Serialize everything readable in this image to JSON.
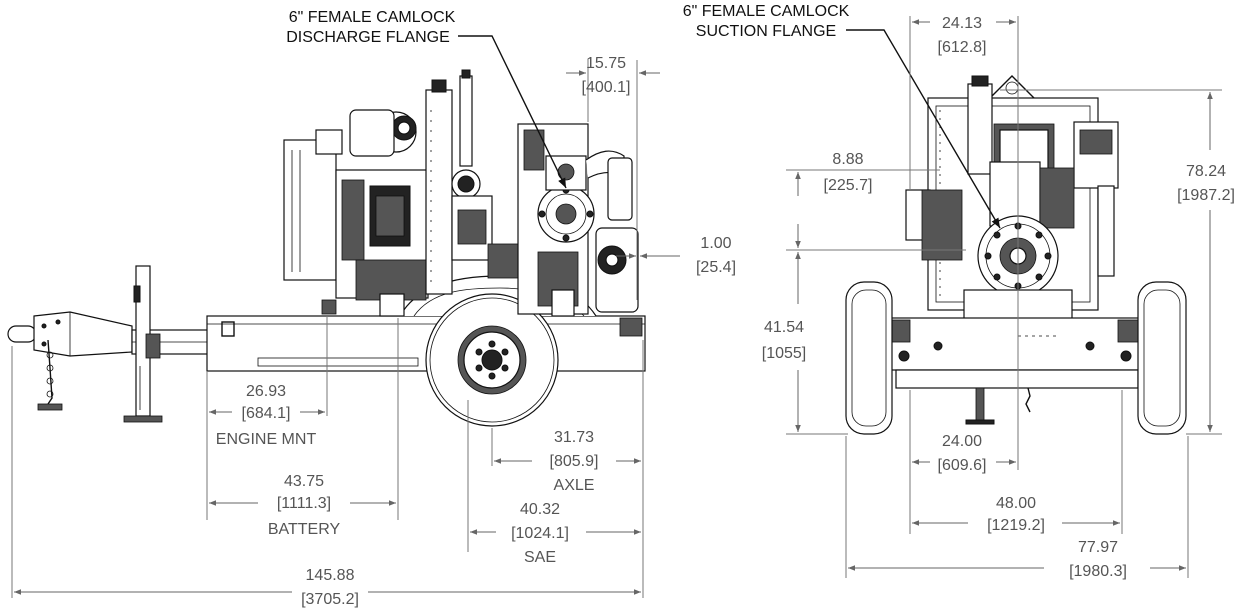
{
  "callouts": {
    "discharge": {
      "line1": "6\" FEMALE CAMLOCK",
      "line2": "DISCHARGE FLANGE"
    },
    "suction": {
      "line1": "6\" FEMALE CAMLOCK",
      "line2": "SUCTION FLANGE"
    }
  },
  "side_view": {
    "flange_offset": {
      "in": "15.75",
      "mm": "[400.1]"
    },
    "coupling_offset": {
      "in": "1.00",
      "mm": "[25.4]"
    },
    "engine_mount": {
      "in": "26.93",
      "mm": "[684.1]",
      "label": "ENGINE MNT"
    },
    "battery": {
      "in": "43.75",
      "mm": "[1111.3]",
      "label": "BATTERY"
    },
    "axle": {
      "in": "31.73",
      "mm": "[805.9]",
      "label": "AXLE"
    },
    "sae": {
      "in": "40.32",
      "mm": "[1024.1]",
      "label": "SAE"
    },
    "overall_length": {
      "in": "145.88",
      "mm": "[3705.2]"
    }
  },
  "end_view": {
    "flange_width": {
      "in": "24.13",
      "mm": "[612.8]"
    },
    "suction_height_offset": {
      "in": "8.88",
      "mm": "[225.7]"
    },
    "suction_height": {
      "in": "41.54",
      "mm": "[1055]"
    },
    "overall_height": {
      "in": "78.24",
      "mm": "[1987.2]"
    },
    "frame_width": {
      "in": "24.00",
      "mm": "[609.6]"
    },
    "track_width": {
      "in": "48.00",
      "mm": "[1219.2]"
    },
    "overall_width": {
      "in": "77.97",
      "mm": "[1980.3]"
    }
  }
}
